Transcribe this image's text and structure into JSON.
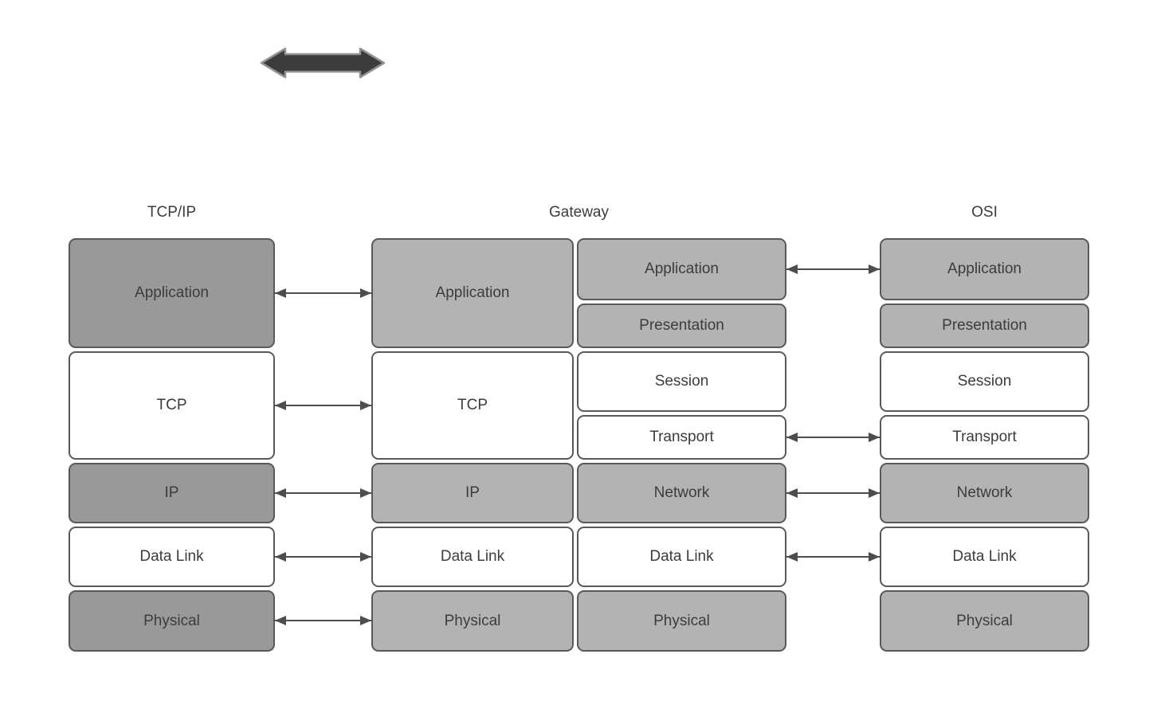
{
  "colors": {
    "box_dark": "#999999",
    "box_light": "#b3b3b3",
    "box_white": "#ffffff",
    "box_border": "#595959",
    "connector": "#4d4d4d",
    "text": "#3c3c3c",
    "thick_arrow_fill": "#3c3c3c",
    "thick_arrow_outline": "#929292",
    "background": "#ffffff"
  },
  "icons": {
    "top_symbol": "bidirectional-arrow"
  },
  "tcpip": {
    "header": "TCP/IP",
    "layers": [
      "Application",
      "TCP",
      "IP",
      "Data Link",
      "Physical"
    ]
  },
  "gateway": {
    "header": "Gateway",
    "left_layers": [
      "Application",
      "TCP",
      "IP",
      "Data Link",
      "Physical"
    ],
    "right_layers": [
      "Application",
      "Presentation",
      "Session",
      "Transport",
      "Network",
      "Data Link",
      "Physical"
    ]
  },
  "osi": {
    "header": "OSI",
    "layers": [
      "Application",
      "Presentation",
      "Session",
      "Transport",
      "Network",
      "Data Link",
      "Physical"
    ]
  },
  "connections": {
    "tcpip_to_gateway": [
      "Application",
      "TCP",
      "IP",
      "Data Link",
      "Physical"
    ],
    "gateway_to_osi": [
      "Application",
      "Transport",
      "Network",
      "Data Link"
    ]
  }
}
